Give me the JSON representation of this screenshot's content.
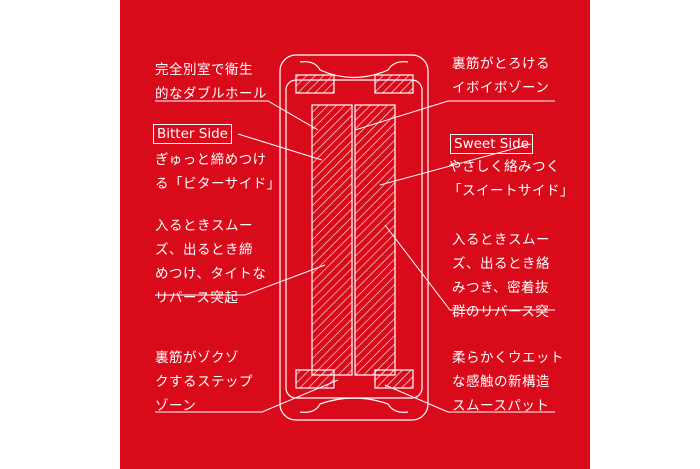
{
  "colors": {
    "background": "#d90b1b",
    "line": "#ffffff"
  },
  "left": {
    "double_hole": [
      "完全別室で衛生",
      "的なダブルホール"
    ],
    "bitter_label": "Bitter Side",
    "bitter_desc": [
      "ぎゅっと締めつけ",
      "る「ビターサイド」"
    ],
    "reverse_bumps": [
      "入るときスムー",
      "ズ、出るとき締",
      "めつけ、タイトな",
      "リバース突起"
    ],
    "step_zone": [
      "裏筋がゾクゾ",
      "クするステップ",
      "ゾーン"
    ]
  },
  "right": {
    "ibo_zone": [
      "裏筋がとろける",
      "イボイボゾーン"
    ],
    "sweet_label": "Sweet Side",
    "sweet_desc": [
      "やさしく絡みつく",
      "「スイートサイド」"
    ],
    "reverse_bumps": [
      "入るときスムー",
      "ズ、出るとき絡",
      "みつき、密着抜",
      "群のリバース突"
    ],
    "smooth_pad": [
      "柔らかくウエット",
      "な感触の新構造",
      "スムースパット"
    ]
  }
}
